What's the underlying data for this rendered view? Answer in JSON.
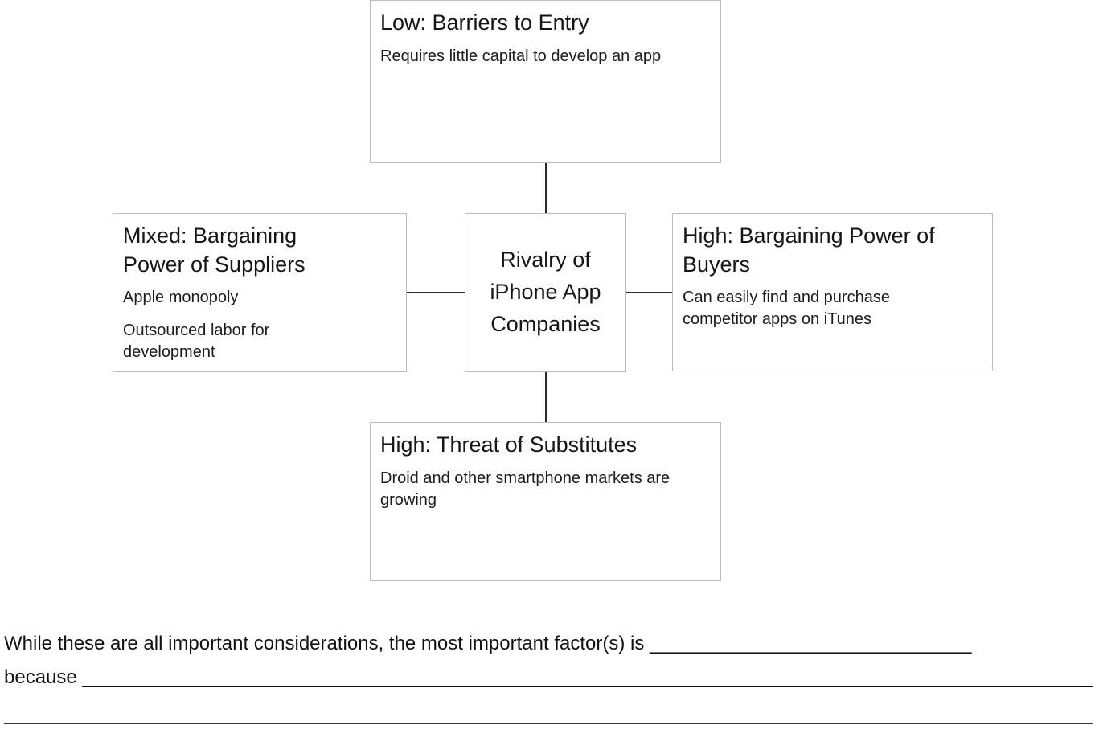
{
  "diagram": {
    "top_box": {
      "title": "Low: Barriers to Entry",
      "body": "Requires little capital to develop an app"
    },
    "left_box": {
      "title": "Mixed: Bargaining Power of Suppliers",
      "body1": "Apple monopoly",
      "body2": "Outsourced labor for development"
    },
    "center_box": {
      "title": "Rivalry of iPhone App Companies"
    },
    "right_box": {
      "title": "High: Bargaining Power of Buyers",
      "body": "Can easily find and purchase competitor apps on iTunes"
    },
    "bottom_box": {
      "title": "High: Threat of Substitutes",
      "body": "Droid and other smartphone markets are growing"
    }
  },
  "prompt": {
    "line1_text": "While these are all important considerations, the most important factor(s) is ",
    "line1_blank": "______________________________",
    "line2_text": "because ",
    "line2_blank": "________________________________________________________________________________________________",
    "line3_blank": "_______________________________________________________________________________________________________",
    "line4_blank": "_______________________________________________________________________________________________________"
  }
}
